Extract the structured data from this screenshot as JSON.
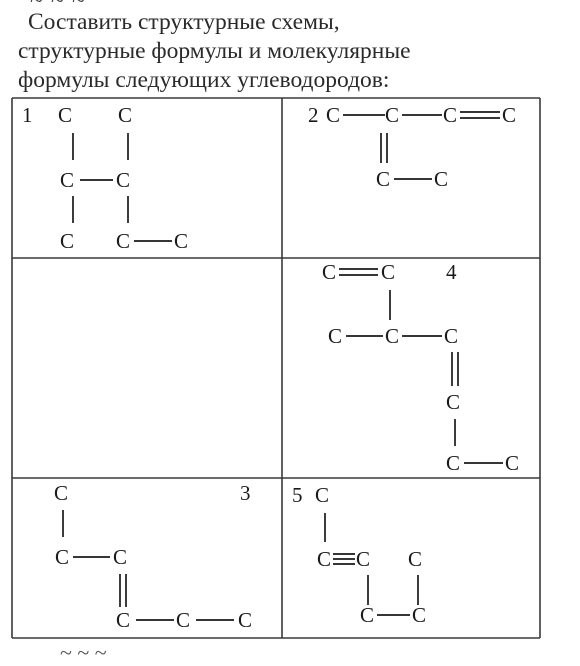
{
  "heading": {
    "line1": "Составить структурные схемы,",
    "line2": "структурные формулы и молекулярные",
    "line3": "формулы следующих углеводородов:"
  },
  "cells": [
    {
      "number": "1",
      "atom": "C"
    },
    {
      "number": "2",
      "atom": "C"
    },
    {
      "number": "3",
      "atom": "C"
    },
    {
      "number": "4",
      "atom": "C"
    },
    {
      "number": "5",
      "atom": "C"
    }
  ]
}
